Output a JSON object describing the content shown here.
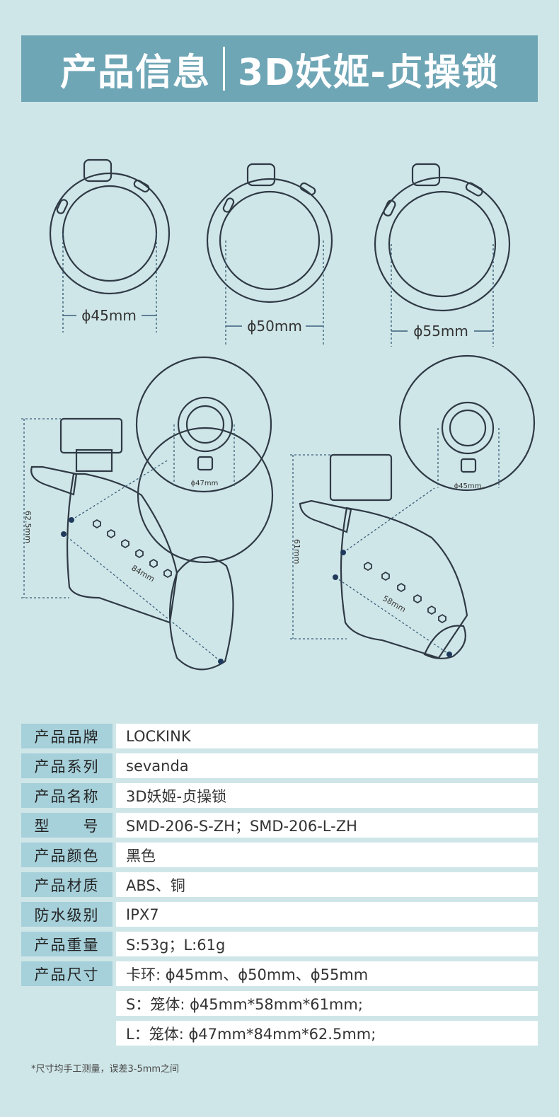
{
  "header": {
    "left": "产品信息",
    "right": "3D妖姬-贞操锁"
  },
  "rings": [
    {
      "label": "ϕ45mm"
    },
    {
      "label": "ϕ50mm"
    },
    {
      "label": "ϕ55mm"
    }
  ],
  "cage_large": {
    "ring": "ϕ47mm",
    "length": "84mm",
    "height": "62.5mm"
  },
  "cage_small": {
    "ring": "ϕ45mm",
    "length": "58mm",
    "height": "61mm"
  },
  "specs": [
    {
      "key": "产品品牌",
      "value": "LOCKINK"
    },
    {
      "key": "产品系列",
      "value": "sevanda"
    },
    {
      "key": "产品名称",
      "value": "3D妖姬-贞操锁"
    },
    {
      "key": "型　　号",
      "value": "SMD-206-S-ZH；SMD-206-L-ZH"
    },
    {
      "key": "产品颜色",
      "value": "黑色"
    },
    {
      "key": "产品材质",
      "value": "ABS、铜"
    },
    {
      "key": "防水级别",
      "value": "IPX7"
    },
    {
      "key": "产品重量",
      "value": "S:53g；L:61g"
    },
    {
      "key": "产品尺寸",
      "value": "卡环: ϕ45mm、ϕ50mm、ϕ55mm"
    },
    {
      "key": "",
      "value": "S：笼体: ϕ45mm*58mm*61mm;"
    },
    {
      "key": "",
      "value": "L：笼体: ϕ47mm*84mm*62.5mm;"
    }
  ],
  "note": "*尺寸均手工测量，误差3-5mm之间"
}
